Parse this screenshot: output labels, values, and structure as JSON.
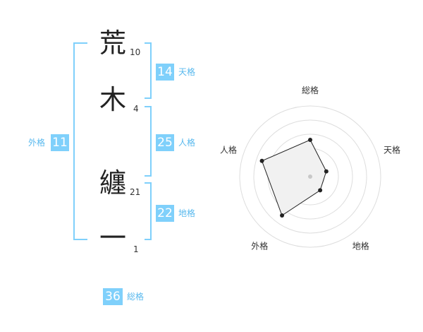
{
  "name": {
    "chars": [
      {
        "kanji": "荒",
        "strokes": "10"
      },
      {
        "kanji": "木",
        "strokes": "4"
      },
      {
        "kanji": "纏",
        "strokes": "21"
      },
      {
        "kanji": "一",
        "strokes": "1"
      }
    ]
  },
  "kaku": {
    "tenkaku": {
      "value": "14",
      "label": "天格"
    },
    "jinkaku": {
      "value": "25",
      "label": "人格"
    },
    "chikaku": {
      "value": "22",
      "label": "地格"
    },
    "gaikaku": {
      "value": "11",
      "label": "外格"
    },
    "soukaku": {
      "value": "36",
      "label": "総格"
    }
  },
  "colors": {
    "accent": "#7fd0fb",
    "accent_text": "#59b9ee",
    "grid": "#dddddd",
    "fill": "#f1f1f1",
    "line": "#222222"
  },
  "chart_data": {
    "type": "radar",
    "categories": [
      "総格",
      "天格",
      "地格",
      "外格",
      "人格"
    ],
    "values": [
      2.6,
      1.2,
      1.2,
      3.4,
      3.6
    ],
    "max": 5
  }
}
